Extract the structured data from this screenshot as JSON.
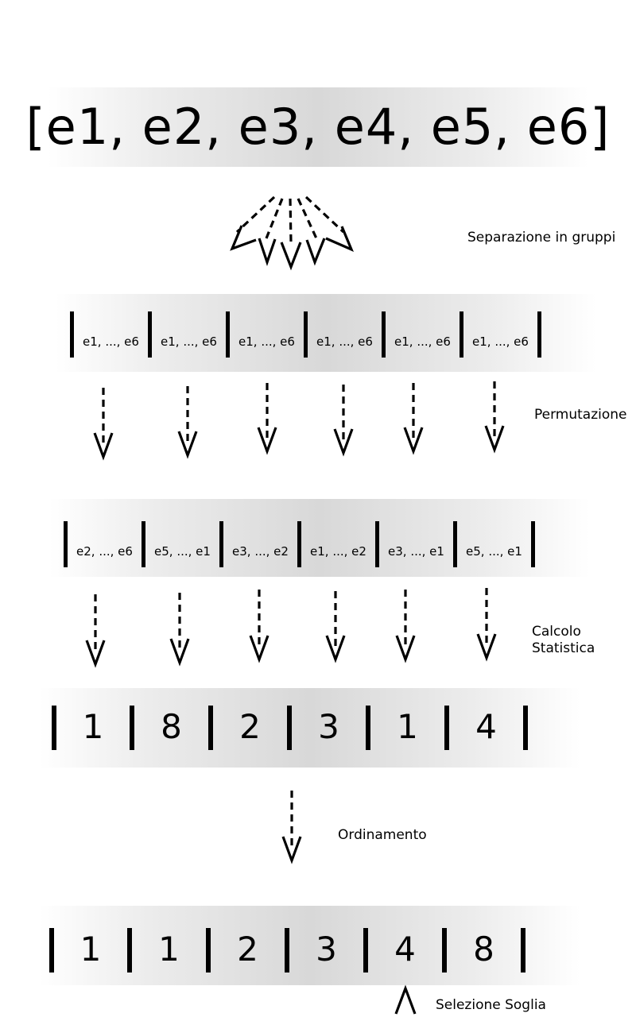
{
  "title": "[e1, e2, e3, e4, e5, e6]",
  "labels": {
    "split": "Separazione in gruppi",
    "permute": "Permutazione",
    "stat_line1": "Calcolo",
    "stat_line2": "Statistica",
    "sort": "Ordinamento",
    "select": "Selezione Soglia"
  },
  "groups": [
    "e1, ..., e6",
    "e1, ..., e6",
    "e1, ..., e6",
    "e1, ..., e6",
    "e1, ..., e6",
    "e1, ..., e6"
  ],
  "permuted_groups": [
    "e2, ..., e6",
    "e5, ..., e1",
    "e3, ..., e2",
    "e1, ..., e2",
    "e3, ..., e1",
    "e5, ..., e1"
  ],
  "statistics": [
    "1",
    "8",
    "2",
    "3",
    "1",
    "4"
  ],
  "sorted_statistics": [
    "1",
    "1",
    "2",
    "3",
    "4",
    "8"
  ]
}
